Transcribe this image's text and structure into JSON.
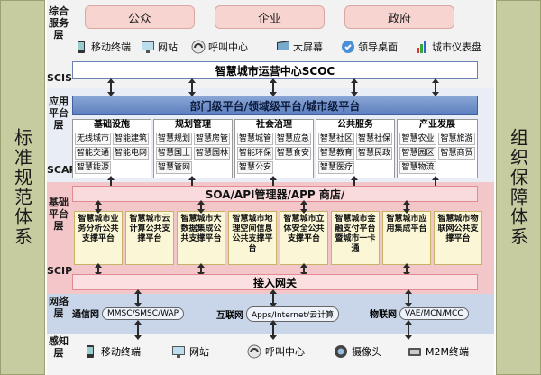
{
  "side_left": "标准规范体系",
  "side_right": "组织保障体系",
  "scis": {
    "label": "综合服务层",
    "code": "SCIS",
    "stakeholders": [
      "公众",
      "企业",
      "政府"
    ],
    "terminals": [
      {
        "label": "移动终端",
        "icon": "mobile-icon"
      },
      {
        "label": "网站",
        "icon": "website-icon"
      },
      {
        "label": "呼叫中心",
        "icon": "call-center-icon"
      },
      {
        "label": "大屏幕",
        "icon": "big-screen-icon"
      },
      {
        "label": "领导桌面",
        "icon": "leader-desktop-icon"
      },
      {
        "label": "城市仪表盘",
        "icon": "city-dashboard-icon"
      }
    ],
    "scoc": "智慧城市运营中心SCOC"
  },
  "scap": {
    "label": "应用平台层",
    "code": "SCAP",
    "platform": "部门级平台/领域级平台/城市级平台",
    "categories": [
      {
        "title": "基础设施",
        "items": [
          "无线城市",
          "智能建筑",
          "智能交通",
          "智能电网",
          "智慧能源"
        ]
      },
      {
        "title": "规划管理",
        "items": [
          "智慧规划",
          "智慧房管",
          "智慧国土",
          "智慧园林",
          "智慧管网"
        ]
      },
      {
        "title": "社会治理",
        "items": [
          "智慧城管",
          "智慧应急",
          "智能环保",
          "智慧食安",
          "智慧公安"
        ]
      },
      {
        "title": "公共服务",
        "items": [
          "智慧社区",
          "智慧社保",
          "智慧教育",
          "智慧民政",
          "智慧医疗"
        ]
      },
      {
        "title": "产业发展",
        "items": [
          "智慧农业",
          "智慧旅游",
          "智慧园区",
          "智慧商贸",
          "智慧物流"
        ]
      }
    ]
  },
  "scip": {
    "label": "基础平台层",
    "code": "SCIP",
    "soa": "SOA/API管理器/APP 商店/",
    "supports": [
      "智慧城市业务分析公共支撑平台",
      "智慧城市云计算公共支撑平台",
      "智慧城市大数据集成公共支撑平台",
      "智慧城市地理空间信息公共支撑平台",
      "智慧城市立体安全公共支撑平台",
      "智慧城市金融支付平台暨城市一卡通",
      "智慧城市应用集成平台",
      "智慧城市物联网公共支撑平台"
    ],
    "access": "接入网关"
  },
  "network": {
    "label": "网络层",
    "items": [
      {
        "name": "通信网",
        "detail": "MMSC/SMSC/WAP"
      },
      {
        "name": "互联网",
        "detail": "Apps/Internet/云计算"
      },
      {
        "name": "物联网",
        "detail": "VAE/MCN/MCC"
      }
    ]
  },
  "perception": {
    "label": "感知层",
    "items": [
      {
        "label": "移动终端",
        "icon": "mobile-icon"
      },
      {
        "label": "网站",
        "icon": "website-icon"
      },
      {
        "label": "呼叫中心",
        "icon": "call-center-icon"
      },
      {
        "label": "摄像头",
        "icon": "camera-icon"
      },
      {
        "label": "M2M终端",
        "icon": "m2m-terminal-icon"
      }
    ]
  }
}
